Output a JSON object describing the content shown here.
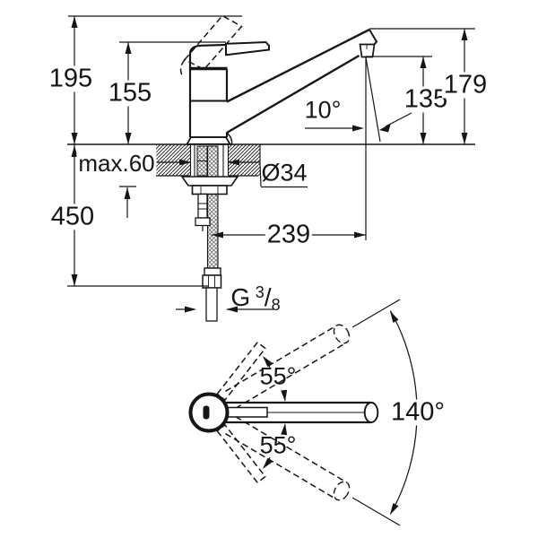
{
  "drawing": {
    "description": "Kitchen sink mixer tap dimensional drawing, side elevation and plan view",
    "labels": {
      "dim195": "195",
      "dim155": "155",
      "max60": "max.60",
      "dim450": "450",
      "dia34": "Ø34",
      "dim239": "239",
      "angle10": "10°",
      "dim135": "135",
      "dim179": "179",
      "thread_g": "G",
      "thread_num": "3",
      "thread_slash": "/",
      "thread_den": "8",
      "angle55_top": "55°",
      "angle55_bottom": "55°",
      "angle140": "140°"
    },
    "colors": {
      "line": "#161616",
      "background": "#ffffff"
    }
  }
}
